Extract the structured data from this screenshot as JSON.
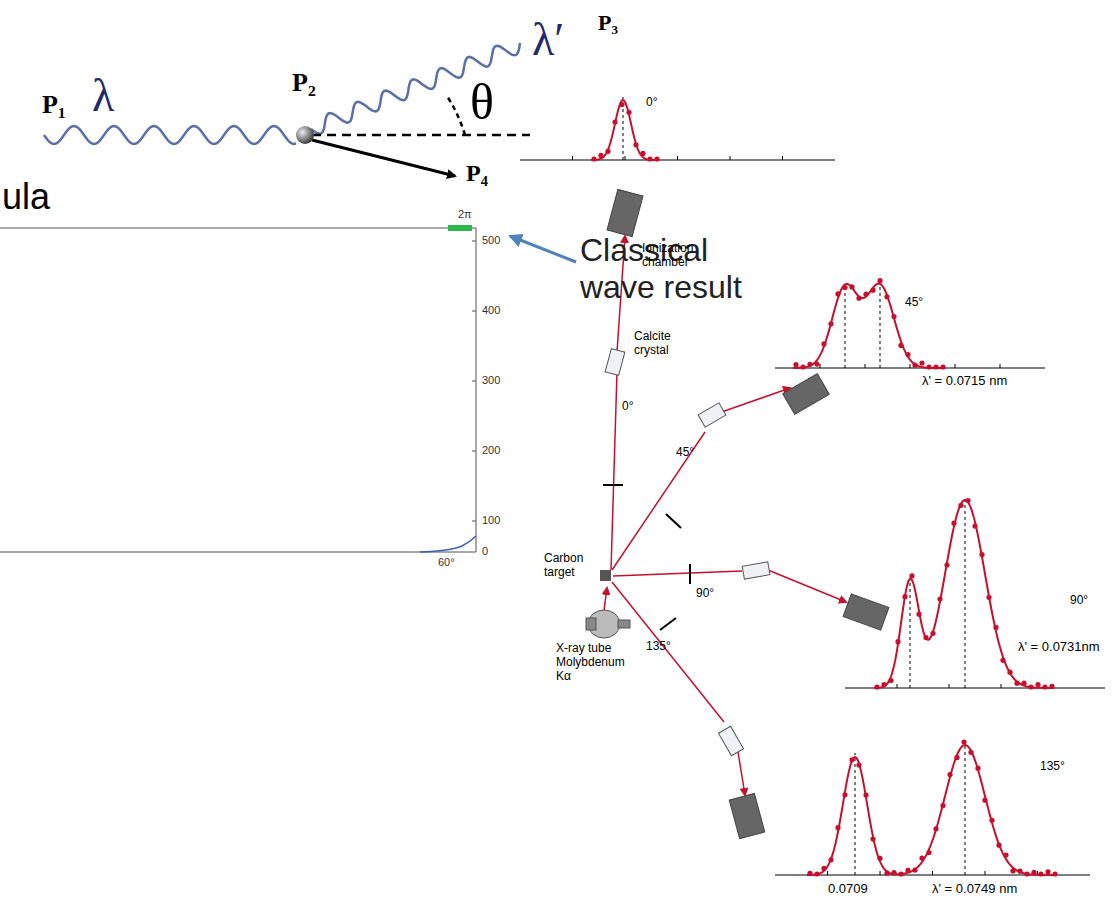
{
  "diagram": {
    "labels": [
      "P₁",
      "λ",
      "P₂",
      "λ′",
      "P₃",
      "θ",
      "P₄",
      "ula",
      "2π",
      "500",
      "400",
      "300",
      "200",
      "100",
      "0",
      "60°",
      "Classical wave result",
      "0°",
      "Ionization chamber",
      "Calcite crystal",
      "0°",
      "45°",
      "λ' = 0.0715 nm",
      "45°",
      "Carbon target",
      "90°",
      "90°",
      "λ' = 0.0731nm",
      "135°",
      "X-ray tube Molybdenum Kα",
      "135°",
      "0.0709",
      "λ' = 0.0749 nm"
    ]
  }
}
